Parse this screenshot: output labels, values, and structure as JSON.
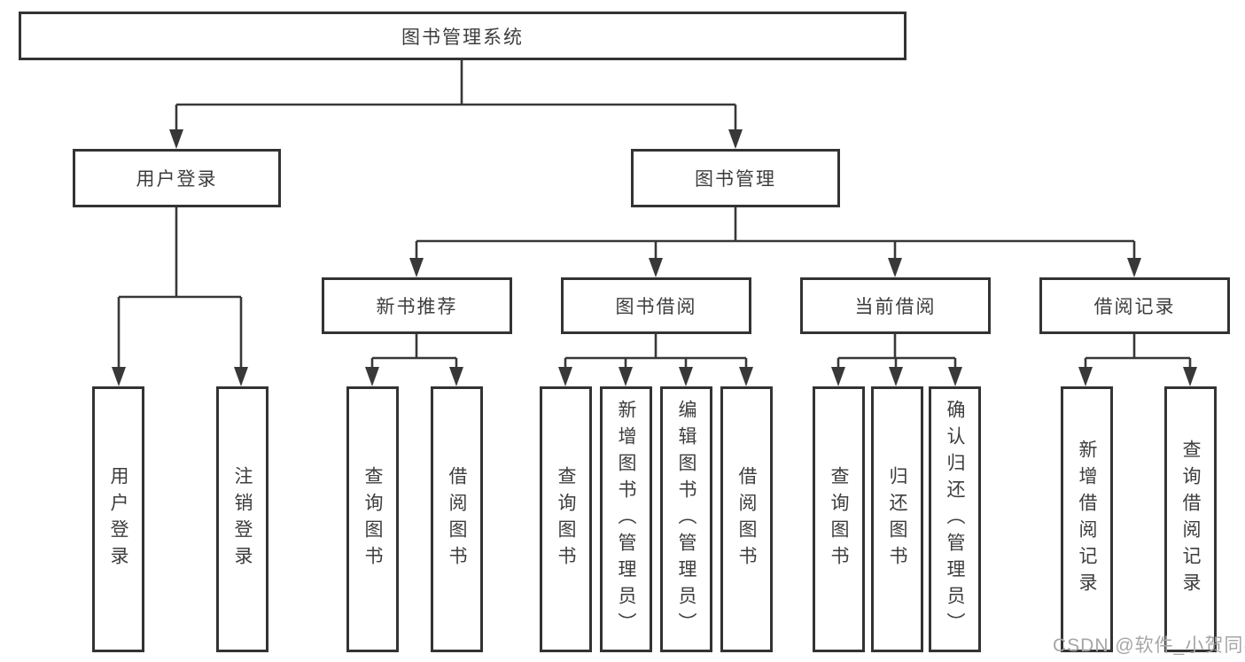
{
  "diagram": {
    "title": "图书管理系统",
    "nodes": {
      "root": {
        "label": "图书管理系统"
      },
      "level2": [
        {
          "label": "用户登录"
        },
        {
          "label": "图书管理"
        }
      ],
      "level3": [
        {
          "label": "新书推荐",
          "parent": "图书管理"
        },
        {
          "label": "图书借阅",
          "parent": "图书管理"
        },
        {
          "label": "当前借阅",
          "parent": "图书管理"
        },
        {
          "label": "借阅记录",
          "parent": "图书管理"
        }
      ],
      "leaves": [
        {
          "label": "用户登录",
          "parent": "用户登录"
        },
        {
          "label": "注销登录",
          "parent": "用户登录"
        },
        {
          "label": "查询图书",
          "parent": "新书推荐"
        },
        {
          "label": "借阅图书",
          "parent": "新书推荐"
        },
        {
          "label": "查询图书",
          "parent": "图书借阅"
        },
        {
          "label": "新增图书（管理员）",
          "parent": "图书借阅"
        },
        {
          "label": "编辑图书（管理员）",
          "parent": "图书借阅"
        },
        {
          "label": "借阅图书",
          "parent": "图书借阅"
        },
        {
          "label": "查询图书",
          "parent": "当前借阅"
        },
        {
          "label": "归还图书",
          "parent": "当前借阅"
        },
        {
          "label": "确认归还（管理员）",
          "parent": "当前借阅"
        },
        {
          "label": "新增借阅记录",
          "parent": "借阅记录"
        },
        {
          "label": "查询借阅记录",
          "parent": "借阅记录"
        }
      ]
    }
  },
  "watermark": {
    "text": "CSDN @软件_小贺同学"
  },
  "colors": {
    "line": "#383838",
    "border": "#333333",
    "text": "#3d3d3d",
    "background": "#ffffff",
    "watermark": "#a6a6a6"
  }
}
